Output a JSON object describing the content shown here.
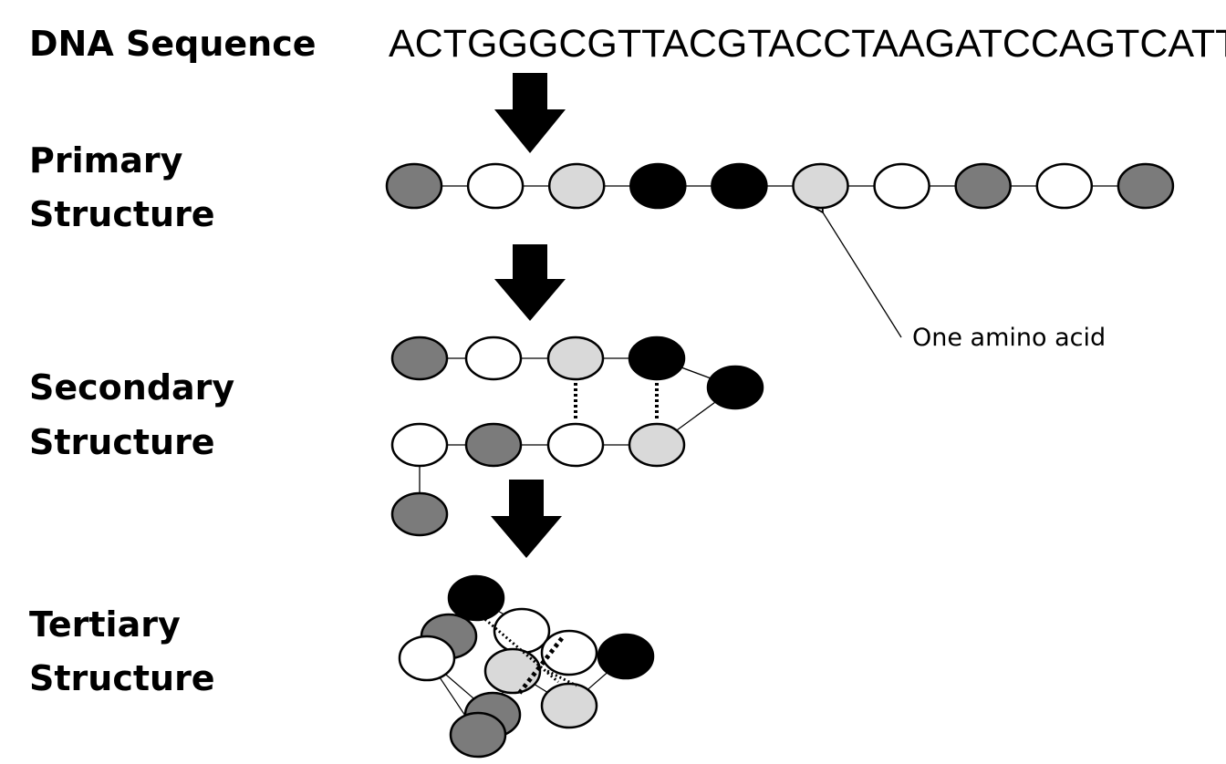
{
  "labels": {
    "dna": "DNA Sequence",
    "primary_line1": "Primary",
    "primary_line2": "Structure",
    "secondary_line1": "Secondary",
    "secondary_line2": "Structure",
    "tertiary_line1": "Tertiary",
    "tertiary_line2": "Structure"
  },
  "dna_sequence": "ACTGGGCGTTACGTACCTAAGATCCAGTCATTT",
  "annotation": "One amino acid",
  "colors": {
    "dark_gray": "#7b7b7b",
    "light_gray": "#d9d9d9",
    "black": "#000000",
    "white": "#ffffff"
  },
  "primary_chain": [
    "dark_gray",
    "white",
    "light_gray",
    "black",
    "black",
    "light_gray",
    "white",
    "dark_gray",
    "white",
    "dark_gray"
  ]
}
